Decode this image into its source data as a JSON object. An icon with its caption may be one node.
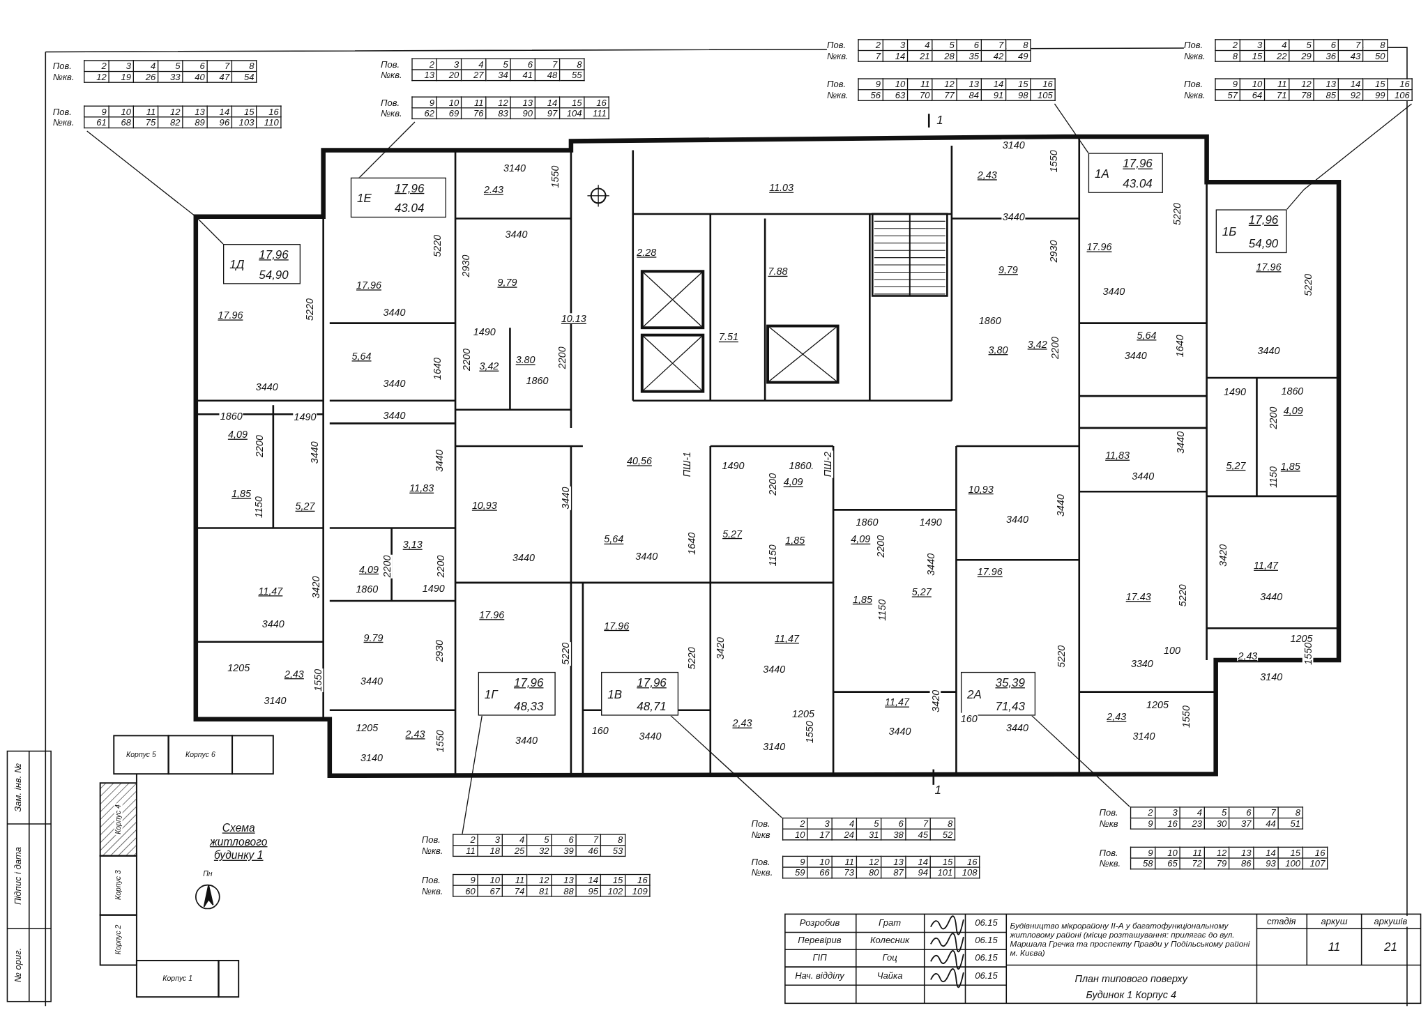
{
  "diagram": {
    "nodes": [
      {
        "text": [
          "Пов.",
          "2",
          "3",
          "4",
          "5",
          "6",
          "7",
          "8",
          "№кв.",
          "12",
          "19",
          "26",
          "33",
          "40",
          "47",
          "54"
        ]
      },
      {
        "text": [
          "Пов.",
          "2",
          "3",
          "4",
          "5",
          "6",
          "7",
          "8",
          "№кв.",
          "13",
          "20",
          "27",
          "34",
          "41",
          "48",
          "55"
        ]
      },
      {
        "text": [
          "Пов.",
          "2",
          "3",
          "4",
          "5",
          "6",
          "7",
          "8",
          "№кв.",
          "7",
          "14",
          "21",
          "28",
          "35",
          "42",
          "49"
        ]
      },
      {
        "text": [
          "Пов.",
          "2",
          "3",
          "4",
          "5",
          "6",
          "7",
          "8",
          "№кв.",
          "8",
          "15",
          "22",
          "29",
          "36",
          "43",
          "50"
        ]
      },
      {
        "text": [
          "Пов.",
          "9",
          "10",
          "11",
          "12",
          "13",
          "14",
          "15",
          "16",
          "№кв.",
          "61",
          "68",
          "75",
          "82",
          "89",
          "96",
          "103",
          "110"
        ]
      },
      {
        "text": [
          "Пов.",
          "9",
          "10",
          "11",
          "12",
          "13",
          "14",
          "15",
          "16",
          "№кв.",
          "62",
          "69",
          "76",
          "83",
          "90",
          "97",
          "104",
          "111"
        ]
      },
      {
        "text": [
          "Пов.",
          "9",
          "10",
          "11",
          "12",
          "13",
          "14",
          "15",
          "16",
          "№кв.",
          "56",
          "63",
          "70",
          "77",
          "84",
          "91",
          "98",
          "105"
        ]
      },
      {
        "text": [
          "Пов.",
          "9",
          "10",
          "11",
          "12",
          "13",
          "14",
          "15",
          "16",
          "№кв.",
          "57",
          "64",
          "71",
          "78",
          "85",
          "92",
          "99",
          "106"
        ]
      },
      {
        "text": [
          "1Д",
          "17,96",
          "54,90"
        ]
      },
      {
        "text": [
          "1Е",
          "17,96",
          "43.04"
        ]
      },
      {
        "text": [
          "1А",
          "17,96",
          "43.04"
        ]
      },
      {
        "text": [
          "1Б",
          "17,96",
          "54,90"
        ]
      },
      {
        "text": [
          "1Г",
          "17,96",
          "48,33"
        ]
      },
      {
        "text": [
          "1В",
          "17,96",
          "48,71"
        ]
      },
      {
        "text": [
          "2А",
          "35,39",
          "71,43"
        ]
      },
      {
        "text": [
          "Пов.",
          "2",
          "3",
          "4",
          "5",
          "6",
          "7",
          "8",
          "№кв.",
          "11",
          "18",
          "25",
          "32",
          "39",
          "46",
          "53"
        ]
      },
      {
        "text": [
          "Пов.",
          "2",
          "3",
          "4",
          "5",
          "6",
          "7",
          "8",
          "№кв",
          "10",
          "17",
          "24",
          "31",
          "38",
          "45",
          "52"
        ]
      },
      {
        "text": [
          "Пов.",
          "2",
          "3",
          "4",
          "5",
          "6",
          "7",
          "8",
          "№кв",
          "9",
          "16",
          "23",
          "30",
          "37",
          "44",
          "51"
        ]
      },
      {
        "text": [
          "Пов.",
          "9",
          "10",
          "11",
          "12",
          "13",
          "14",
          "15",
          "16",
          "№кв.",
          "60",
          "67",
          "74",
          "81",
          "88",
          "95",
          "102",
          "109"
        ]
      },
      {
        "text": [
          "Пов.",
          "9",
          "10",
          "11",
          "12",
          "13",
          "14",
          "15",
          "16",
          "№кв.",
          "59",
          "66",
          "73",
          "80",
          "87",
          "94",
          "101",
          "108"
        ]
      },
      {
        "text": [
          "Пов.",
          "9",
          "10",
          "11",
          "12",
          "13",
          "14",
          "15",
          "16",
          "№кв.",
          "58",
          "65",
          "72",
          "79",
          "86",
          "93",
          "100",
          "107"
        ]
      }
    ],
    "edges": [
      {
        "from": 4,
        "to": 8,
        "arrow": "none"
      },
      {
        "from": 5,
        "to": 9,
        "arrow": "none"
      },
      {
        "from": 6,
        "to": 10,
        "arrow": "none"
      },
      {
        "from": 7,
        "to": 11,
        "arrow": "none"
      },
      {
        "from": 15,
        "to": 12,
        "arrow": "none"
      },
      {
        "from": 16,
        "to": 13,
        "arrow": "none"
      },
      {
        "from": 17,
        "to": 14,
        "arrow": "none"
      }
    ],
    "labels": [
      "1",
      "17.96",
      "5220",
      "3440",
      "1860",
      "1490",
      "4,09",
      "2200",
      "3440",
      "1,85",
      "1150",
      "5,27",
      "11,47",
      "3420",
      "3440",
      "1205",
      "2,43",
      "1550",
      "3140",
      "17.96",
      "5220",
      "3440",
      "5,64",
      "1640",
      "3440",
      "3440",
      "3140",
      "2.43",
      "1550",
      "3440",
      "2930",
      "9,79",
      "1490",
      "2200",
      "3,42",
      "3.80",
      "2200",
      "1860",
      "10.13",
      "11,83",
      "3440",
      "10,93",
      "3440",
      "3440",
      "3,13",
      "4,09",
      "2200",
      "2200",
      "1860",
      "1490",
      "9.79",
      "2930",
      "3440",
      "1205",
      "2,43",
      "1550",
      "3140",
      "17.96",
      "5220",
      "3440",
      "17.96",
      "5220",
      "160",
      "3440",
      "11.03",
      "2.28",
      "7.88",
      "7.51",
      "40,56",
      "ПШ-1",
      "1490",
      "1860.",
      "4,09",
      "2200",
      "ПШ-2",
      "5,64",
      "1640",
      "3440",
      "5,27",
      "1,85",
      "1150",
      "11,47",
      "3420",
      "3440",
      "1205",
      "2,43",
      "1550",
      "3140",
      "1860",
      "1490",
      "4,09",
      "2200",
      "3440",
      "1,85",
      "1150",
      "5,27",
      "11,47",
      "3420",
      "3440",
      "3140",
      "2,43",
      "1550",
      "3440",
      "2930",
      "9,79",
      "1860",
      "3,80",
      "3,42",
      "2200",
      "10,93",
      "3440",
      "3440",
      "17.96",
      "5220",
      "160",
      "3440",
      "17.96",
      "5220",
      "3440",
      "5,64",
      "1640",
      "3440",
      "11,83",
      "3440",
      "3440",
      "17.43",
      "5220",
      "100",
      "3340",
      "1205",
      "2,43",
      "1550",
      "3140",
      "17.96",
      "5220",
      "3440",
      "1490",
      "1860",
      "4,09",
      "2200",
      "5,27",
      "1,85",
      "1150",
      "3420",
      "11,47",
      "3440",
      "1205",
      "2,43",
      "1550",
      "3140",
      "1",
      "Корпус 5",
      "Корпус 6",
      "Корпус 4",
      "Корпус 3",
      "Корпус 2",
      "Корпус 1",
      "Схема житлового будинку 1",
      "Пн",
      "Зам. інв. №",
      "Підпис і дата",
      "№ ориг.",
      "Розробив",
      "Грат",
      "06.15",
      "Будівництво мікрорайону ІІ-А у багатофункціональному житловому районі (місце розташування: прилягає до вул. Маршала Гречка та проспекту Правди у Подільському районі м. Києва)",
      "стадія",
      "аркуш",
      "аркушів",
      "Перевірив",
      "Колесник",
      "06.15",
      "11",
      "21",
      "ГІП",
      "Гоц",
      "06.15",
      "Нач. відділу",
      "Чайка",
      "06.15",
      "План типового поверху",
      "Будинок 1 Корпус 4"
    ]
  }
}
